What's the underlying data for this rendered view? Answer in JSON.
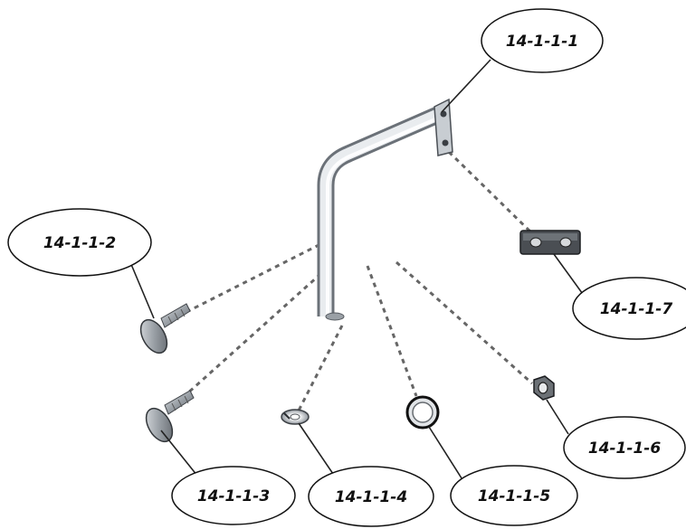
{
  "callouts": [
    {
      "id": "c1",
      "label": "14-1-1-1"
    },
    {
      "id": "c2",
      "label": "14-1-1-2"
    },
    {
      "id": "c3",
      "label": "14-1-1-3"
    },
    {
      "id": "c4",
      "label": "14-1-1-4"
    },
    {
      "id": "c5",
      "label": "14-1-1-5"
    },
    {
      "id": "c6",
      "label": "14-1-1-6"
    },
    {
      "id": "c7",
      "label": "14-1-1-7"
    }
  ],
  "colors": {
    "metal_light": "#e6e9ec",
    "metal_mid": "#b8bec5",
    "metal_dark": "#6f757c",
    "bracket_dark": "#3c3f44",
    "outline": "#111111"
  }
}
